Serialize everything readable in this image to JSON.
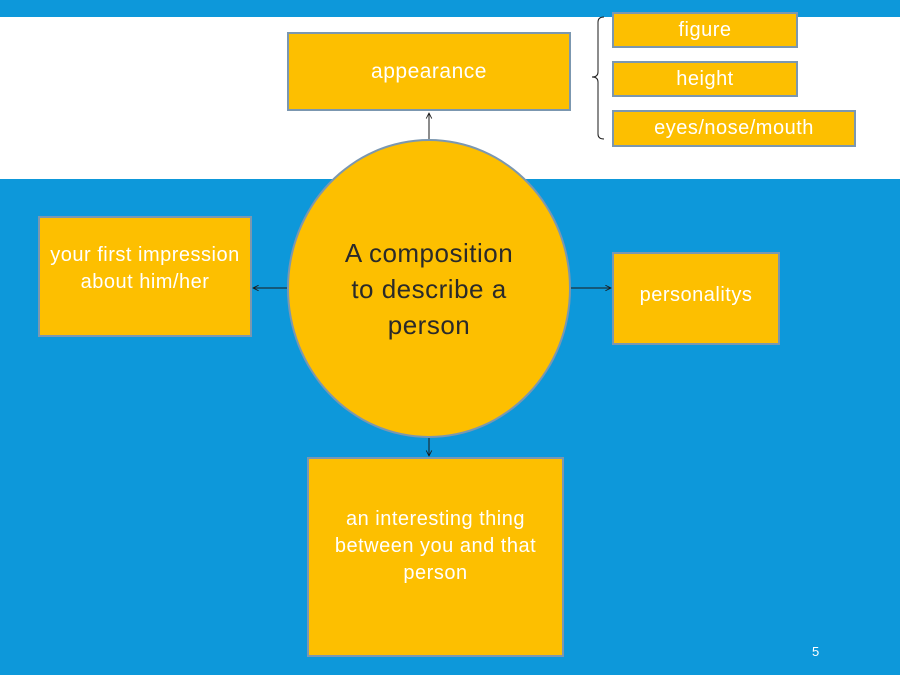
{
  "center": {
    "text": "A composition to describe a person"
  },
  "nodes": {
    "appearance": "appearance",
    "first_impression": "your first impression about him/her",
    "personalitys": "personalitys",
    "interesting_thing": "an interesting thing between you and that person"
  },
  "appearance_details": [
    "figure",
    "height",
    "eyes/nose/mouth"
  ],
  "page_number": "5",
  "colors": {
    "background_blue": "#0d98da",
    "box_fill": "#fdbf00",
    "box_border": "#7b97b0",
    "text_white": "#ffffff"
  }
}
